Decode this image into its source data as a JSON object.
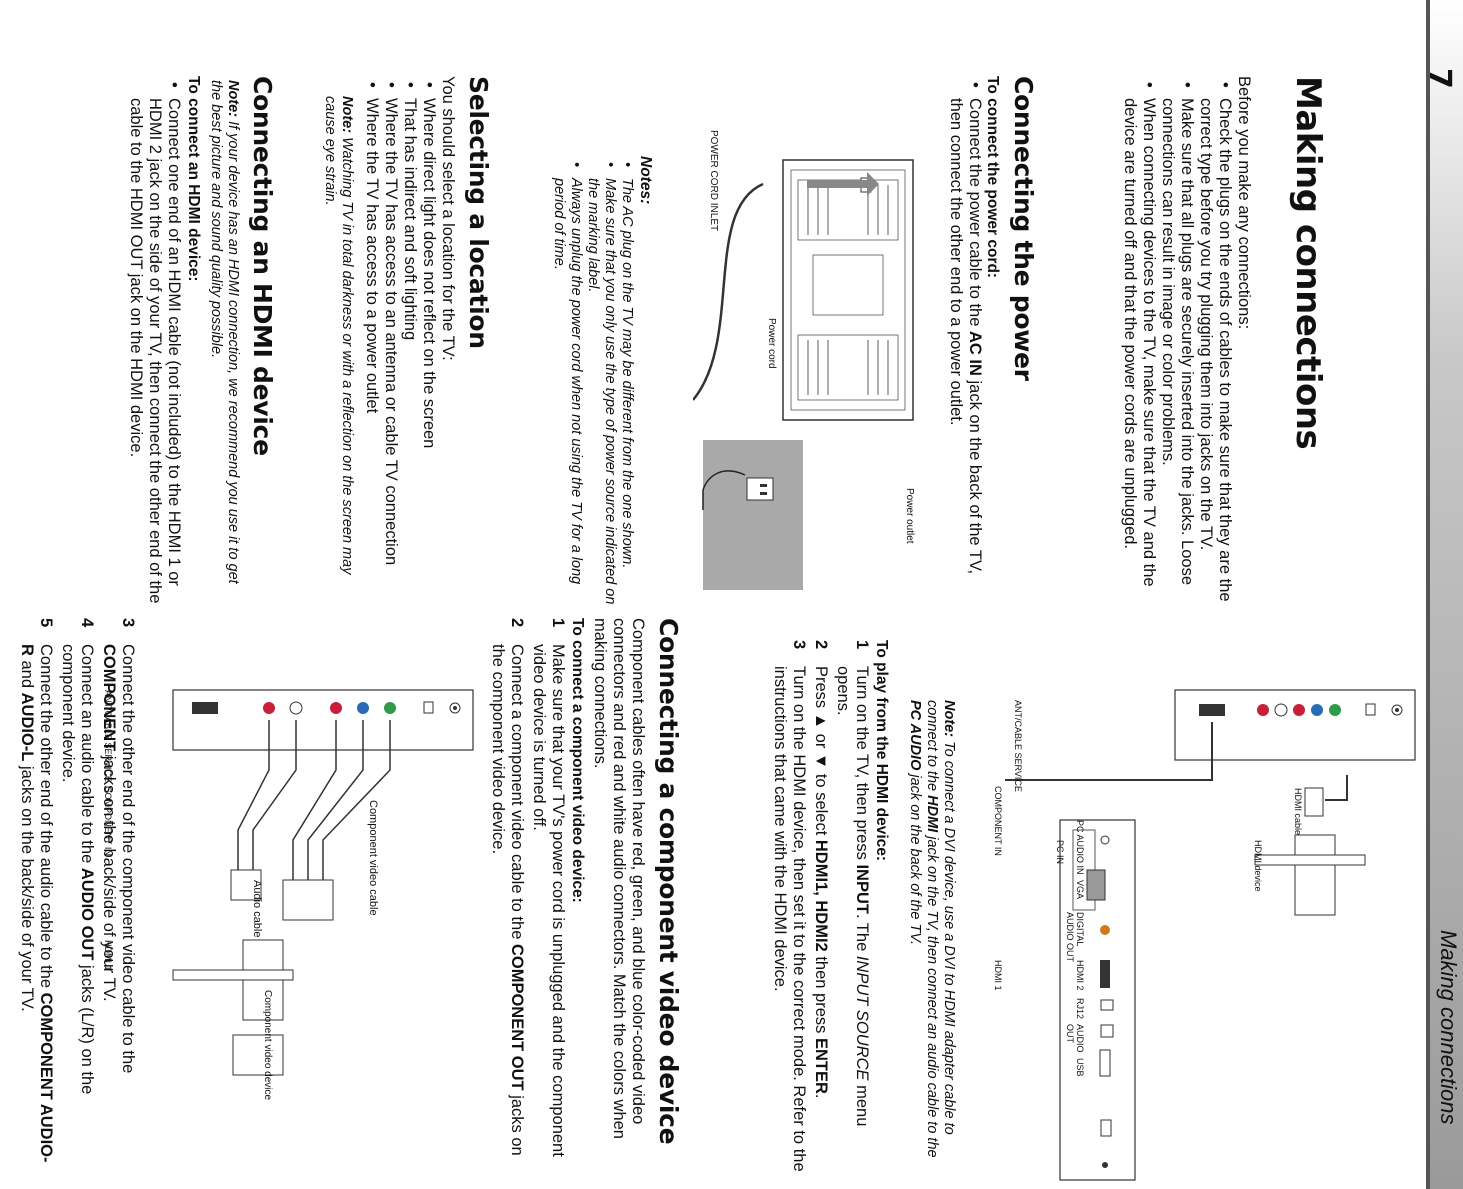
{
  "header": {
    "page_number": "7",
    "running_head": "Making connections"
  },
  "making_connections": {
    "title": "Making connections",
    "intro": "Before you make any connections:",
    "bullets": [
      "Check the plugs on the ends of cables to make sure that they are the correct type before you try plugging them into jacks on the TV.",
      "Make sure that all plugs are securely inserted into the jacks. Loose connections can result in image or color problems.",
      "When connecting devices to the TV, make sure that the TV and the device are turned off and that the power cords are unplugged."
    ]
  },
  "power": {
    "title": "Connecting the power",
    "subhead": "To connect the power cord:",
    "bullet_pre": "Connect the power cable to the ",
    "bullet_bold": "AC IN",
    "bullet_post": " jack on the back of the TV, then connect the other end to a power outlet.",
    "labels": {
      "inlet": "POWER CORD INLET",
      "cord": "Power cord",
      "outlet": "Power outlet"
    },
    "notes_title": "Notes:",
    "notes": [
      "The AC plug on the TV may be different from the one shown.",
      "Make sure that you only use the type of power source indicated on the marking label.",
      "Always unplug the power cord when not using the TV for a long period of time."
    ]
  },
  "location": {
    "title": "Selecting a location",
    "intro": "You should select a location for the TV:",
    "bullets": [
      "Where direct light does not reflect on the screen",
      "That has indirect and soft lighting",
      "Where the TV has access to an antenna or cable TV connection",
      "Where the TV has access to a power outlet"
    ],
    "note_label": "Note:",
    "note_text": " Watching TV in total darkness or with a reflection on the screen may cause eye strain."
  },
  "hdmi": {
    "title": "Connecting an HDMI device",
    "note_label": "Note:",
    "note_text": " If your device has an HDMI connection, we recommend you use it to get the best picture and sound quality possible.",
    "subhead": "To connect an HDMI device:",
    "bullet": "Connect one end of an HDMI cable (not included) to the HDMI 1 or HDMI 2 jack on the side of your TV, then connect the other end of the cable to the HDMI OUT jack on the HDMI device.",
    "labels": {
      "device": "HDMI device",
      "cable": "HDMI cable",
      "ant": "ANT/CABLE SERVICE",
      "component_in": "COMPONENT IN",
      "hdmi1": "HDMI 1",
      "pc_in": "PC IN",
      "pc_audio_in": "PC AUDIO IN",
      "vga": "VGA",
      "digital_audio_out": "DIGITAL AUDIO OUT",
      "hdmi2": "HDMI 2",
      "rj12": "RJ12",
      "audio_out": "AUDIO OUT",
      "usb": "USB"
    },
    "dvi_note_label": "Note:",
    "dvi_note_pre": " To connect a DVI device, use a DVI to HDMI adapter cable to connect to the ",
    "dvi_note_bold1": "HDMI",
    "dvi_note_mid": " jack on the TV, then connect an audio cable to the ",
    "dvi_note_bold2": "PC AUDIO",
    "dvi_note_post": " jack on the back of the TV.",
    "play_subhead": "To play from the HDMI device:",
    "steps": [
      {
        "n": "1",
        "pre": "Turn on the TV, then press ",
        "b": "INPUT",
        "post": ". The ",
        "i": "INPUT SOURCE",
        "tail": " menu opens."
      },
      {
        "n": "2",
        "pre": "Press ▲ or ▼ to select ",
        "b": "HDMI1, HDMI2",
        "post": " then press ",
        "i": "",
        "b2": "ENTER",
        "tail": "."
      },
      {
        "n": "3",
        "pre": "Turn on the HDMI device, then set it to the correct mode. Refer to the instructions that came with the HDMI device.",
        "b": "",
        "post": "",
        "i": "",
        "tail": ""
      }
    ]
  },
  "component": {
    "title": "Connecting a component video device",
    "intro": "Component cables often have red, green, and blue color-coded video connectors and red and white audio connectors. Match the colors when making connections.",
    "subhead": "To connect a component video device:",
    "steps": [
      {
        "n": "1",
        "text": "Make sure that your TV's power cord is unplugged and the component video device is turned off."
      },
      {
        "n": "2",
        "pre": "Connect a component video cable to the ",
        "b": "COMPONENT OUT",
        "post": " jacks on the component video device."
      },
      {
        "n": "3",
        "pre": "Connect the other end of the component video cable to the ",
        "b": "COMPONENT",
        "post": " jacks on the back/side of your TV."
      },
      {
        "n": "4",
        "pre": "Connect an audio cable to the ",
        "b": "AUDIO OUT",
        "post": " jacks (L/R) on the component device."
      },
      {
        "n": "5",
        "pre": "Connect the other end of the audio cable to the ",
        "b": "COMPONENT AUDIO-R",
        "mid": " and ",
        "b2": "AUDIO-L",
        "post": " jacks on the back/side of your TV."
      }
    ],
    "labels": {
      "video_cable": "Component video cable",
      "audio_cable": "Audio cable",
      "device": "Component video device",
      "ant": "ANT/CABLE SERVICE",
      "component_in": "COMPONENT IN",
      "hdmi1": "HDMI 1"
    }
  },
  "colors": {
    "green": "#2e9a4a",
    "blue": "#2a6bb8",
    "red": "#c8203a",
    "gray_bg": "#a9a9a9"
  }
}
